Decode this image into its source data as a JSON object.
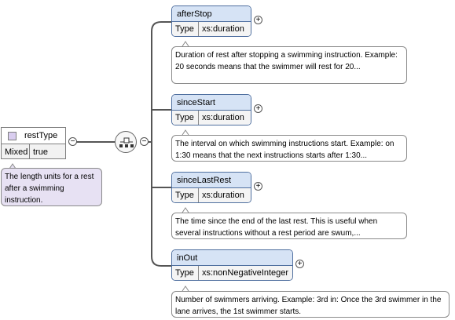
{
  "complex_type": {
    "name": "restType",
    "mixed_label": "Mixed",
    "mixed_value": "true",
    "documentation": "The length units for a rest after a swimming instruction."
  },
  "elements": [
    {
      "name": "afterStop",
      "type_label": "Type",
      "type_value": "xs:duration",
      "documentation": "Duration of rest after stopping a swimming instruction. Example: 20 seconds means that the swimmer will rest for 20..."
    },
    {
      "name": "sinceStart",
      "type_label": "Type",
      "type_value": "xs:duration",
      "documentation": "The interval on which swimming instructions start. Example: on 1:30 means that the next instructions starts after 1:30..."
    },
    {
      "name": "sinceLastRest",
      "type_label": "Type",
      "type_value": "xs:duration",
      "documentation": "The time since the end of the last rest. This is useful when several instructions without a rest period are swum,..."
    },
    {
      "name": "inOut",
      "type_label": "Type",
      "type_value": "xs:nonNegativeInteger",
      "documentation": "Number of swimmers arriving. Example: 3rd in: Once the 3rd swimmer in the lane arrives, the 1st swimmer starts."
    }
  ],
  "icons": {
    "expand": "+",
    "collapse": "−"
  }
}
